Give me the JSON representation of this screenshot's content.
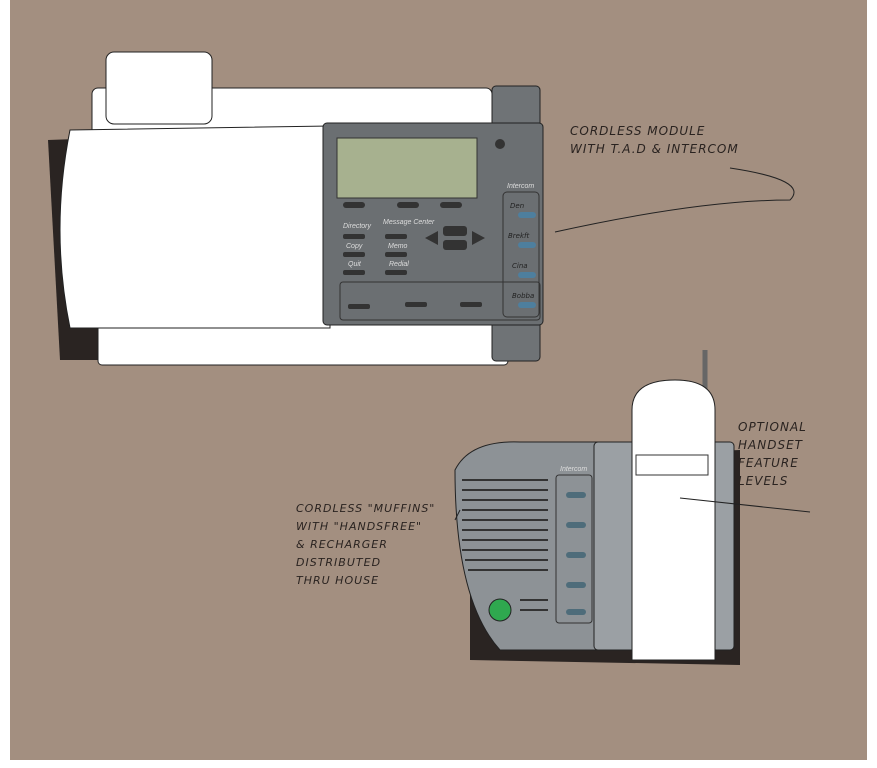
{
  "annotations": {
    "module": [
      "Cordless Module",
      "with T.A.D & Intercom"
    ],
    "muffins": [
      "Cordless \"Muffins\"",
      "with \"Handsfree\"",
      "& Recharger",
      "Distributed",
      "thru House"
    ],
    "handset": [
      "Optional",
      "Handset",
      "Feature",
      "Levels"
    ]
  },
  "phone": {
    "keys": [
      "Directory",
      "Message Center",
      "Copy",
      "Memo",
      "Quit",
      "Redial"
    ],
    "intercom_title": "Intercom",
    "intercom_rooms": [
      "Den",
      "Brekft",
      "Cina",
      "Bobba"
    ]
  },
  "base": {
    "intercom_title": "Intercom"
  },
  "colors": {
    "paper": "#a38f80",
    "device": "#6e7173",
    "base": "#8d9296",
    "led": "#2fa84f"
  }
}
